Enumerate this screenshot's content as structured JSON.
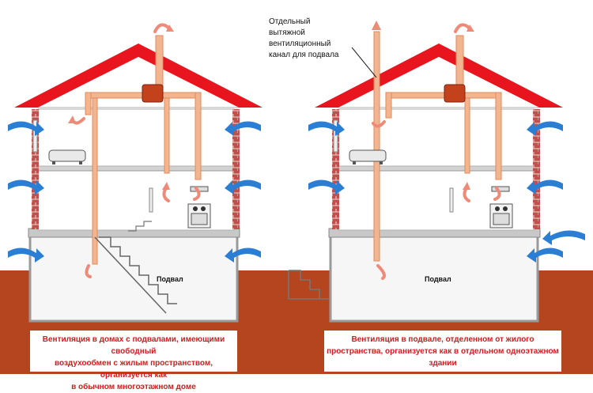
{
  "left_house": {
    "basement_label": "Подвал",
    "caption_lines": [
      "Вентиляция в домах с подвалами, имеющими свободный",
      "воздухообмен с жилым пространством, организуется как",
      "в обычном многоэтажном доме"
    ]
  },
  "right_house": {
    "basement_label": "Подвал",
    "callout_lines": [
      "Отдельный",
      "вытяжной",
      "вентиляционный",
      "канал для подвала"
    ],
    "caption_lines": [
      "Вентиляция в подвале, отделенном от жилого",
      "пространства, организуется как в отдельном одноэтажном",
      "здании"
    ]
  },
  "colors": {
    "roof": "#e8141e",
    "ground": "#b5451e",
    "brick": "#c0504d",
    "duct": "#f2b58f",
    "duct_outline": "#e08a5a",
    "fan": "#c4421b",
    "airflow_arrow": "#2a7fd4",
    "exhaust_arrow": "#f08a78",
    "caption_text": "#d21c1c"
  }
}
